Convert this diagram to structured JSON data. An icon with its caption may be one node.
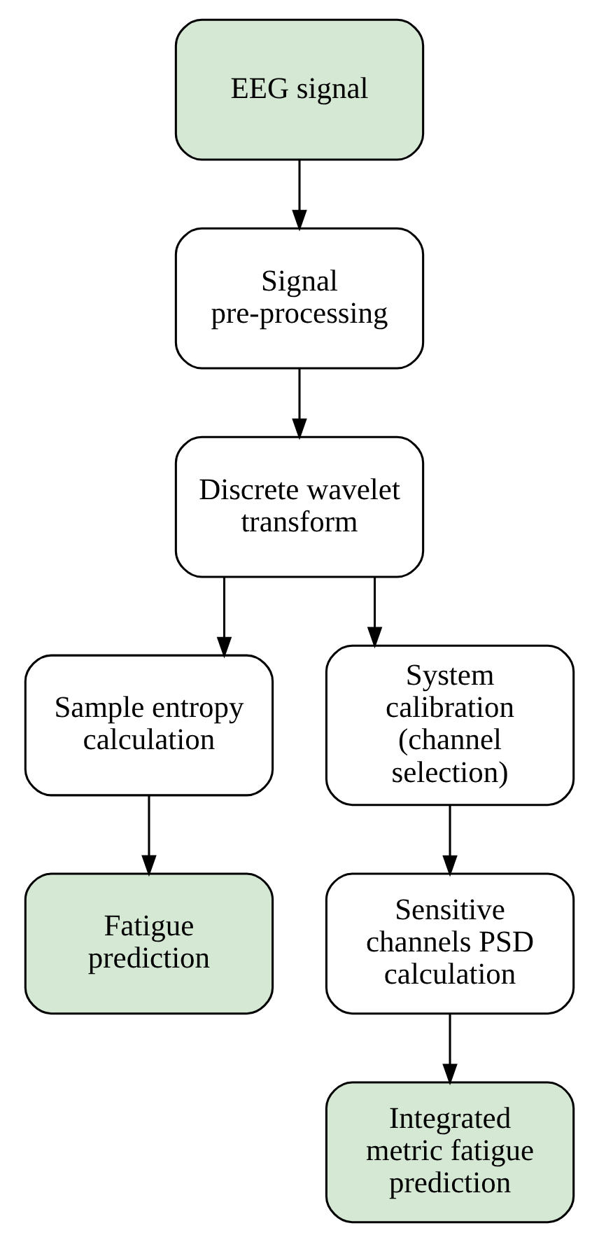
{
  "diagram": {
    "nodes": [
      {
        "text": [
          "EEG signal"
        ]
      },
      {
        "text": [
          "Signal pre-processing"
        ]
      },
      {
        "text": [
          "Discrete wavelet transform"
        ]
      },
      {
        "text": [
          "Sample entropy calculation"
        ]
      },
      {
        "text": [
          "System calibration (channel selection)"
        ]
      },
      {
        "text": [
          "Fatigue prediction"
        ]
      },
      {
        "text": [
          "Sensitive channels PSD calculation"
        ]
      },
      {
        "text": [
          "Integrated metric fatigue prediction"
        ]
      }
    ],
    "edges": [
      {
        "from": 0,
        "to": 1,
        "arrow": "to"
      },
      {
        "from": 1,
        "to": 2,
        "arrow": "to"
      },
      {
        "from": 2,
        "to": 3,
        "arrow": "to"
      },
      {
        "from": 2,
        "to": 4,
        "arrow": "to"
      },
      {
        "from": 3,
        "to": 5,
        "arrow": "to"
      },
      {
        "from": 4,
        "to": 6,
        "arrow": "to"
      },
      {
        "from": 6,
        "to": 7,
        "arrow": "to"
      }
    ]
  }
}
